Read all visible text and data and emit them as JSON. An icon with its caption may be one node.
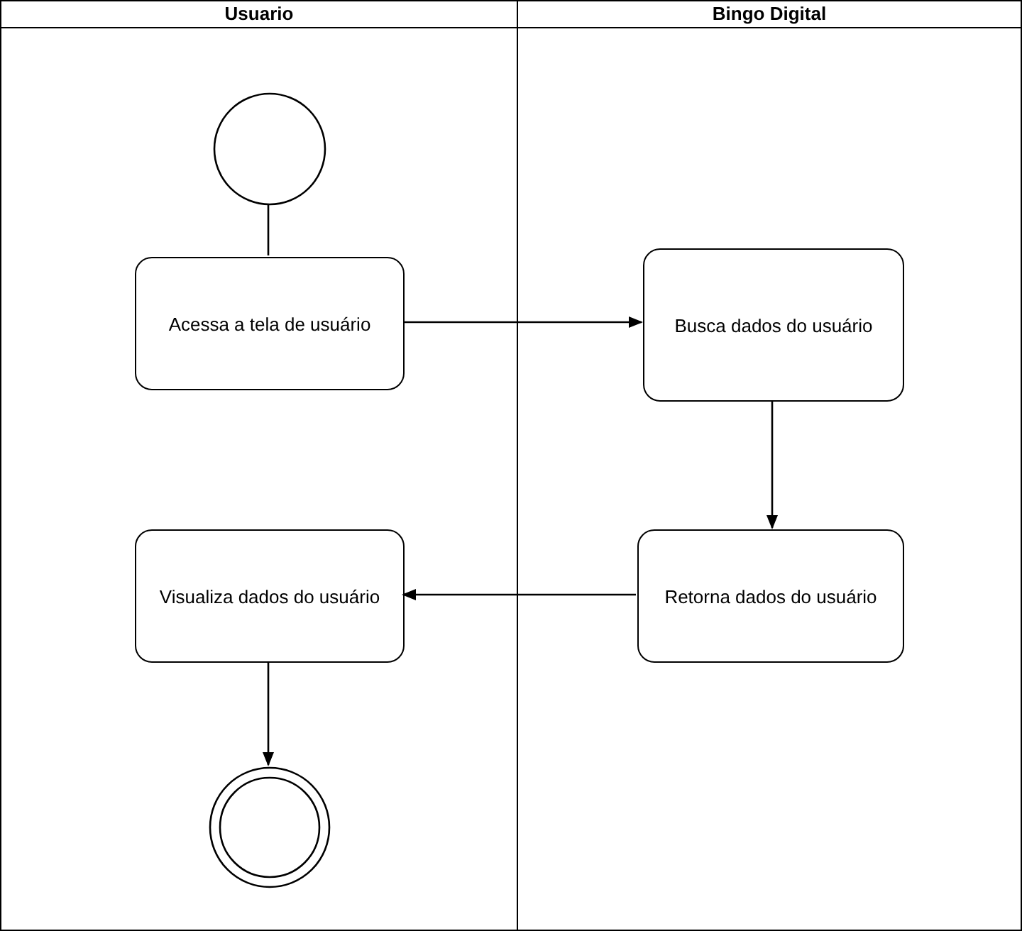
{
  "diagram": {
    "nodes": [
      {
        "text": [
          "Usuario"
        ]
      },
      {
        "text": [
          "Bingo Digital"
        ]
      },
      {
        "text": [],
        "shape": "circle",
        "in": 0
      },
      {
        "text": [
          "Acessa a tela de usuário"
        ],
        "in": 0
      },
      {
        "text": [
          "Busca dados do usuário"
        ],
        "in": 1
      },
      {
        "text": [
          "Retorna dados do usuário"
        ],
        "in": 1
      },
      {
        "text": [
          "Visualiza dados do usuário"
        ],
        "in": 0
      },
      {
        "text": [],
        "shape": "double-circle",
        "in": 0
      }
    ],
    "edges": [
      {
        "from": 2,
        "to": 3,
        "arrow": "none"
      },
      {
        "from": 3,
        "to": 4,
        "arrow": "to"
      },
      {
        "from": 4,
        "to": 5,
        "arrow": "to"
      },
      {
        "from": 5,
        "to": 6,
        "arrow": "to"
      },
      {
        "from": 6,
        "to": 7,
        "arrow": "to"
      }
    ]
  }
}
